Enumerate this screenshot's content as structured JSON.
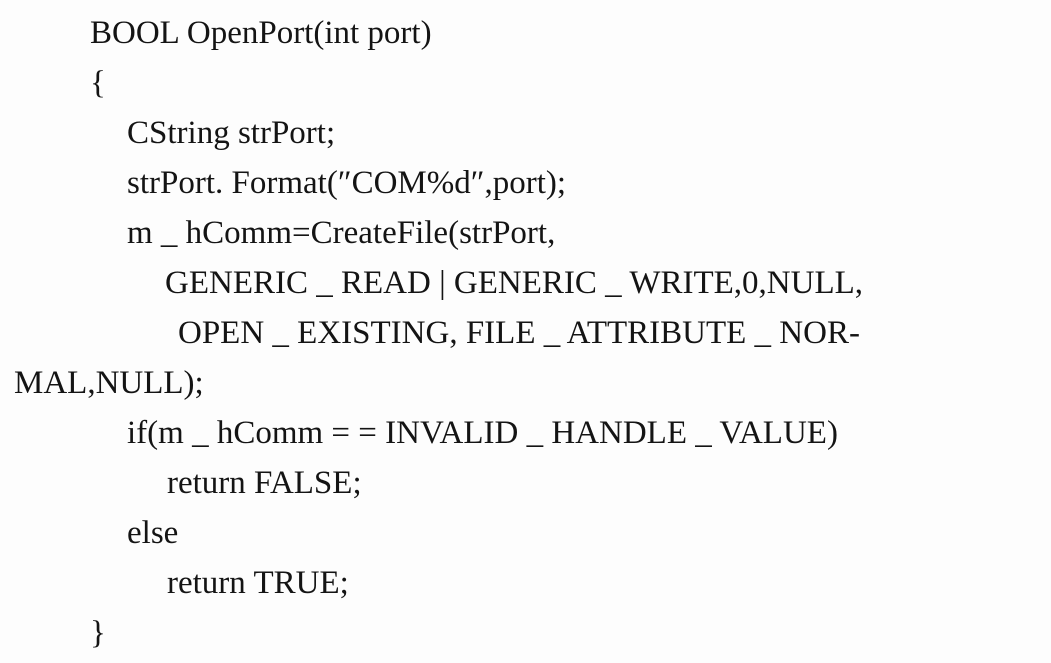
{
  "code": {
    "lines": [
      "BOOL OpenPort(int port)",
      "{",
      "CString strPort;",
      "strPort. Format(″COM%d″,port);",
      "m _ hComm=CreateFile(strPort,",
      "GENERIC _ READ | GENERIC _ WRITE,0,NULL,",
      "OPEN _ EXISTING, FILE _ ATTRIBUTE _ NOR-",
      "MAL,NULL);",
      "if(m _ hComm = = INVALID _ HANDLE _ VALUE)",
      "return FALSE;",
      "else",
      "return TRUE;",
      "}"
    ]
  }
}
